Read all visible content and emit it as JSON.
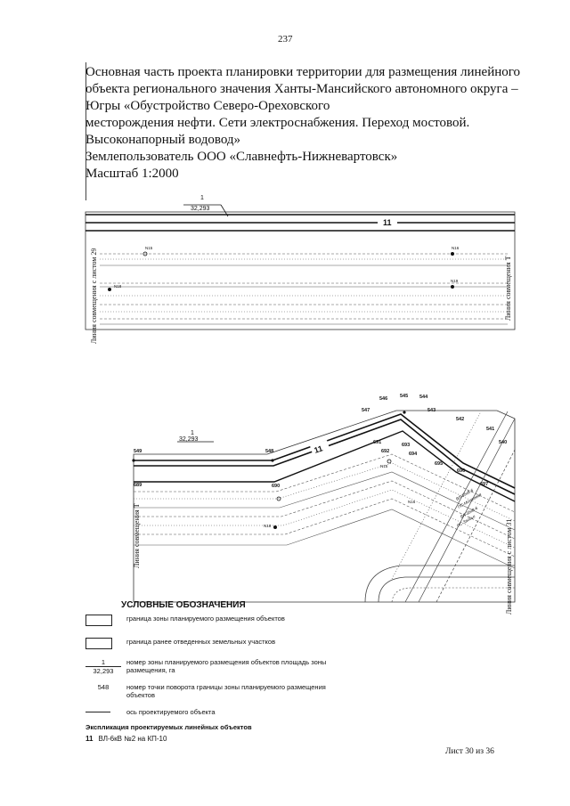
{
  "page_number": "237",
  "heading": {
    "lines": [
      "Основная часть проекта планировки территории  для размещения линейного",
      "объекта регионального значения Ханты-Мансийского автономного округа –",
      "Югры  «Обустройство Северо-Ореховского",
      "месторождения нефти. Сети электроснабжения. Переход мостовой.",
      "Высоконапорный водовод»",
      "Землепользователь ООО «Славнефть-Нижневартовск»",
      "Масштаб 1:2000"
    ]
  },
  "map_top": {
    "zone_number": "1",
    "zone_area": "32,293",
    "object_number": "11",
    "left_label": "Линия совмещения с листом 29",
    "right_label": "Линия совмещения Т",
    "markers": [
      "N15",
      "N16",
      "N18",
      "N19"
    ]
  },
  "map_bottom": {
    "zone_number": "1",
    "zone_area": "32,293",
    "object_number": "11",
    "left_label": "Линия совмещения Т",
    "right_label": "Линия совмещения с листом 31",
    "points": [
      "546",
      "545",
      "544",
      "547",
      "543",
      "542",
      "541",
      "540",
      "549",
      "548",
      "691",
      "692",
      "693",
      "694",
      "695",
      "696",
      "697",
      "689",
      "690"
    ],
    "markers": [
      "N15",
      "N16",
      "N18"
    ],
    "line_labels": [
      "ВЛ-35кВ-6",
      "ВЛ-35кВ-6",
      "ПС-Мостовая",
      "ПС Заобье"
    ]
  },
  "legend": {
    "title": "УСЛОВНЫЕ ОБОЗНАЧЕНИЯ",
    "items": [
      {
        "text": "граница зоны планируемого размещения объектов"
      },
      {
        "text": "граница ранее отведенных земельных участков"
      },
      {
        "sym_num": "1",
        "sym_area": "32,293",
        "text": "номер зоны планируемого размещения объектов площадь зоны размещения, га"
      },
      {
        "sym_num": "548",
        "text": "номер точки поворота границы зоны планируемого размещения объектов"
      },
      {
        "text": "ось проектируемого объекта"
      }
    ]
  },
  "explication": {
    "title": "Экспликация проектируемых линейных объектов",
    "number": "11",
    "text": "ВЛ-6кВ №2 на КП-10"
  },
  "sheet": "Лист 30 из 36"
}
